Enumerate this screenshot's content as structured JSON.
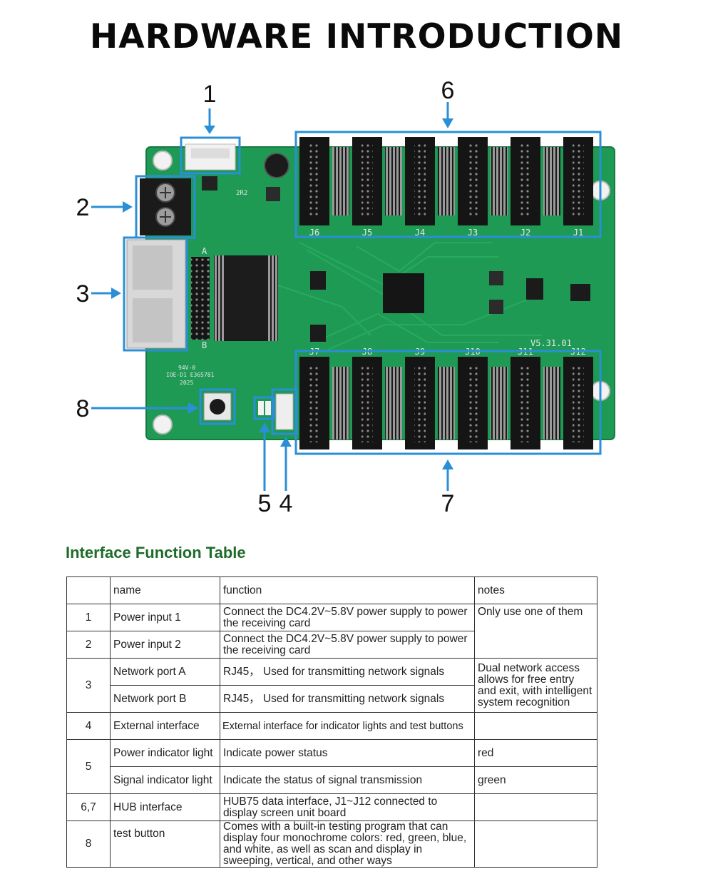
{
  "title": "HARDWARE INTRODUCTION",
  "board": {
    "callouts": [
      "1",
      "2",
      "3",
      "4",
      "5",
      "6",
      "7",
      "8"
    ],
    "header_labels_top": [
      "J6",
      "J5",
      "J4",
      "J3",
      "J2",
      "J1"
    ],
    "header_labels_bottom": [
      "J7",
      "J8",
      "J9",
      "J10",
      "J11",
      "J12"
    ],
    "version": "V5.31.01",
    "silk_a": "A",
    "silk_b": "B",
    "silk_cert1": "94V-0",
    "silk_cert2": "IOE-D1 E365781",
    "silk_year": "2025",
    "chip_label": "2R2",
    "colors": {
      "pcb": "#1f9a55",
      "pcb_dark": "#167a42",
      "highlight": "#2a8fd6"
    }
  },
  "table_heading": "Interface Function Table",
  "table": {
    "headers": [
      "",
      "name",
      "function",
      "notes"
    ],
    "rows": [
      {
        "num": "1",
        "name": "Power input 1",
        "function": "Connect the DC4.2V~5.8V power supply to power the receiving card",
        "notes": "Only use one of them"
      },
      {
        "num": "2",
        "name": "Power input 2",
        "function": "Connect the DC4.2V~5.8V power supply to power the receiving card"
      },
      {
        "num": "3",
        "name": "Network port A",
        "function": "RJ45，  Used for transmitting network signals",
        "notes": "Dual network access allows for free entry and exit, with intelligent system recognition"
      },
      {
        "name": "Network port B",
        "function": "RJ45，  Used for transmitting network signals"
      },
      {
        "num": "4",
        "name": "External interface",
        "function": "External interface for indicator lights and test buttons",
        "notes": ""
      },
      {
        "num": "5",
        "name": "Power indicator light",
        "function": "Indicate power status",
        "notes": "red"
      },
      {
        "name": "Signal indicator light",
        "function": "Indicate the status of signal transmission",
        "notes": "green"
      },
      {
        "num": "6,7",
        "name": "HUB interface",
        "function": "HUB75 data interface, J1~J12 connected to display screen unit board",
        "notes": ""
      },
      {
        "num": "8",
        "name": "test button",
        "function": "Comes with a built-in testing program that can display four monochrome colors: red, green, blue, and white, as well as scan and display in sweeping, vertical, and other ways",
        "notes": ""
      }
    ]
  }
}
